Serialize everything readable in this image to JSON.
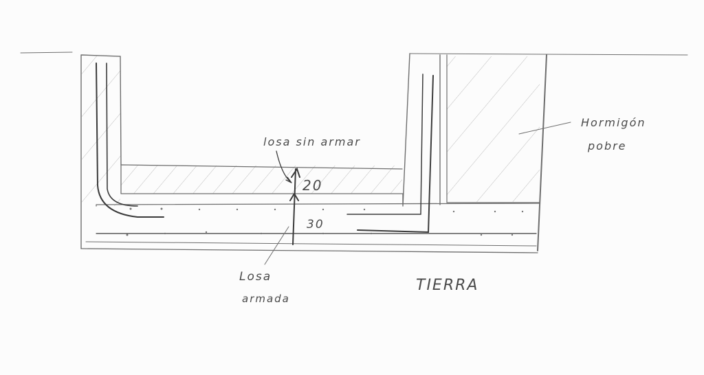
{
  "labels": {
    "unreinforced_slab": "losa sin armar",
    "dim_upper": "20",
    "dim_lower": "30",
    "reinforced_slab_line1": "Losa",
    "reinforced_slab_line2": "armada",
    "soil": "TIERRA",
    "lean_concrete_line1": "Hormigón",
    "lean_concrete_line2": "pobre"
  },
  "colors": {
    "pencil": "#6d6d6d",
    "paper": "#fcfcfc"
  }
}
